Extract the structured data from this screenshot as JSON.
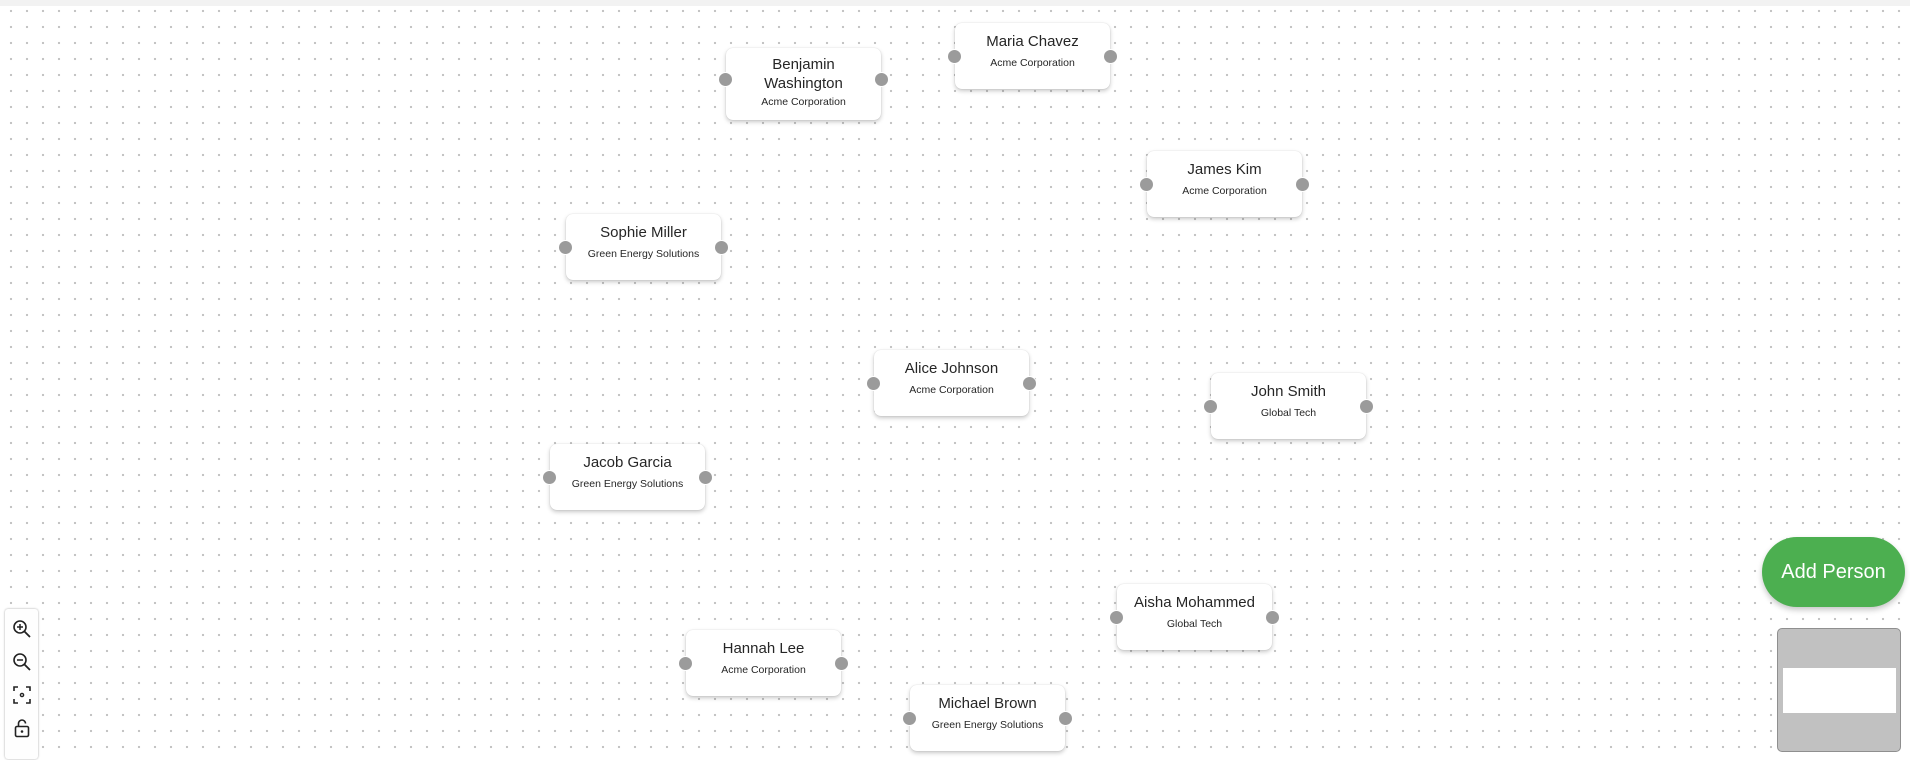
{
  "nodes": [
    {
      "name": "Benjamin Washington",
      "company": "Acme Corporation"
    },
    {
      "name": "Maria Chavez",
      "company": "Acme Corporation"
    },
    {
      "name": "James Kim",
      "company": "Acme Corporation"
    },
    {
      "name": "Sophie Miller",
      "company": "Green Energy Solutions"
    },
    {
      "name": "Alice Johnson",
      "company": "Acme Corporation"
    },
    {
      "name": "John Smith",
      "company": "Global Tech"
    },
    {
      "name": "Jacob Garcia",
      "company": "Green Energy Solutions"
    },
    {
      "name": "Aisha Mohammed",
      "company": "Global Tech"
    },
    {
      "name": "Hannah Lee",
      "company": "Acme Corporation"
    },
    {
      "name": "Michael Brown",
      "company": "Green Energy Solutions"
    }
  ],
  "actions": {
    "add_person_label": "Add Person"
  },
  "controls": [
    {
      "icon": "zoom-in-icon"
    },
    {
      "icon": "zoom-out-icon"
    },
    {
      "icon": "fit-view-icon"
    },
    {
      "icon": "lock-icon"
    }
  ],
  "colors": {
    "accent": "#4caf50",
    "handle": "#9b9b9b",
    "minimap": "#c1c1c1"
  }
}
